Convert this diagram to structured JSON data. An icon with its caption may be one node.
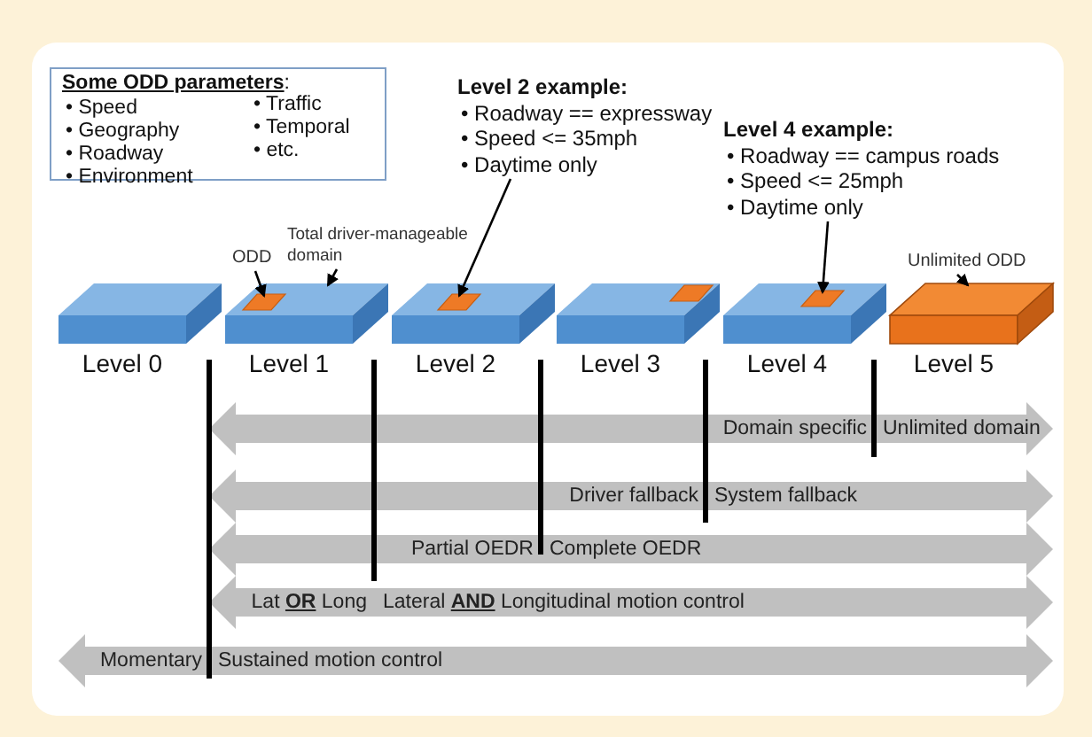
{
  "diagram": {
    "nodes": [
      {
        "text": [
          "**Some ODD parameters**:",
          "• Speed",
          "• Geography",
          "• Roadway",
          "• Environment",
          "• Traffic",
          "• Temporal",
          "• etc."
        ]
      },
      {
        "text": [
          "Level 2 example:",
          "• Roadway == expressway",
          "• Speed <= 35mph",
          "• Daytime only"
        ]
      },
      {
        "text": [
          "Level 4 example:",
          "• Roadway == campus roads",
          "• Speed <= 25mph",
          "• Daytime only"
        ]
      },
      {
        "text": [
          "ODD"
        ]
      },
      {
        "text": [
          "Total driver-manageable domain"
        ]
      },
      {
        "text": [
          "Unlimited ODD"
        ]
      },
      {
        "text": [
          "Level 0"
        ]
      },
      {
        "text": [
          "Level 1"
        ]
      },
      {
        "text": [
          "Level 2"
        ]
      },
      {
        "text": [
          "Level 3"
        ]
      },
      {
        "text": [
          "Level 4"
        ]
      },
      {
        "text": [
          "Level 5"
        ]
      },
      {
        "text": [],
        "shape": "box",
        "in": 7
      },
      {
        "text": [],
        "shape": "box",
        "in": 8
      },
      {
        "text": [],
        "shape": "box",
        "in": 9
      },
      {
        "text": [],
        "shape": "box",
        "in": 10
      },
      {
        "text": [
          "Domain specific",
          "Unlimited domain"
        ]
      },
      {
        "text": [
          "Driver fallback",
          "System fallback"
        ]
      },
      {
        "text": [
          "Partial OEDR",
          "Complete OEDR"
        ]
      },
      {
        "text": [
          "Lat **OR** Long",
          "Lateral **AND** Longitudinal motion control"
        ]
      },
      {
        "text": [
          "Momentary",
          "Sustained motion control"
        ]
      }
    ],
    "edges": [
      {
        "from": 3,
        "to": 12,
        "arrow": "to"
      },
      {
        "from": 4,
        "to": 7,
        "arrow": "to"
      },
      {
        "from": 1,
        "to": 13,
        "arrow": "to"
      },
      {
        "from": 2,
        "to": 15,
        "arrow": "to"
      },
      {
        "from": 5,
        "to": 11,
        "arrow": "to"
      }
    ]
  }
}
